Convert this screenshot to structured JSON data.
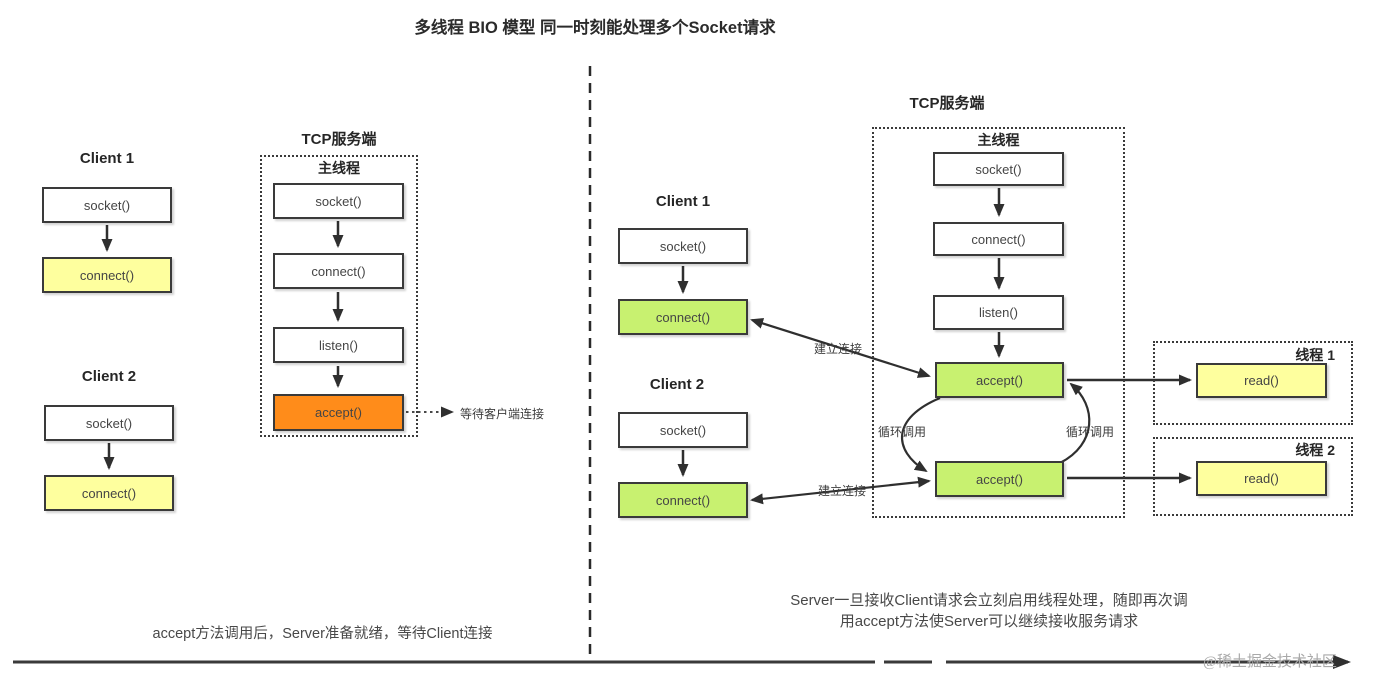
{
  "title": "多线程 BIO 模型 同一时刻能处理多个Socket请求",
  "colors": {
    "yellow": "#feff9e",
    "green": "#c8f170",
    "orange": "#ff8c1a",
    "border": "#3a3a3a"
  },
  "left": {
    "client1": {
      "label": "Client 1",
      "socket": "socket()",
      "connect": "connect()"
    },
    "client2": {
      "label": "Client 2",
      "socket": "socket()",
      "connect": "connect()"
    },
    "server": {
      "label": "TCP服务端",
      "thread_label": "主线程",
      "socket": "socket()",
      "connect": "connect()",
      "listen": "listen()",
      "accept": "accept()"
    },
    "wait_note": "等待客户端连接",
    "caption": "accept方法调用后，Server准备就绪，等待Client连接"
  },
  "right": {
    "client1": {
      "label": "Client 1",
      "socket": "socket()",
      "connect": "connect()"
    },
    "client2": {
      "label": "Client 2",
      "socket": "socket()",
      "connect": "connect()"
    },
    "server": {
      "label": "TCP服务端",
      "thread_label": "主线程",
      "socket": "socket()",
      "connect": "connect()",
      "listen": "listen()",
      "accept1": "accept()",
      "accept2": "accept()"
    },
    "establish_label": "建立连接",
    "loop_label": "循环调用",
    "thread1": {
      "label": "线程 1",
      "read": "read()"
    },
    "thread2": {
      "label": "线程 2",
      "read": "read()"
    },
    "caption": "Server一旦接收Client请求会立刻启用线程处理，随即再次调用accept方法使Server可以继续接收服务请求"
  },
  "watermark": "@稀土掘金技术社区"
}
